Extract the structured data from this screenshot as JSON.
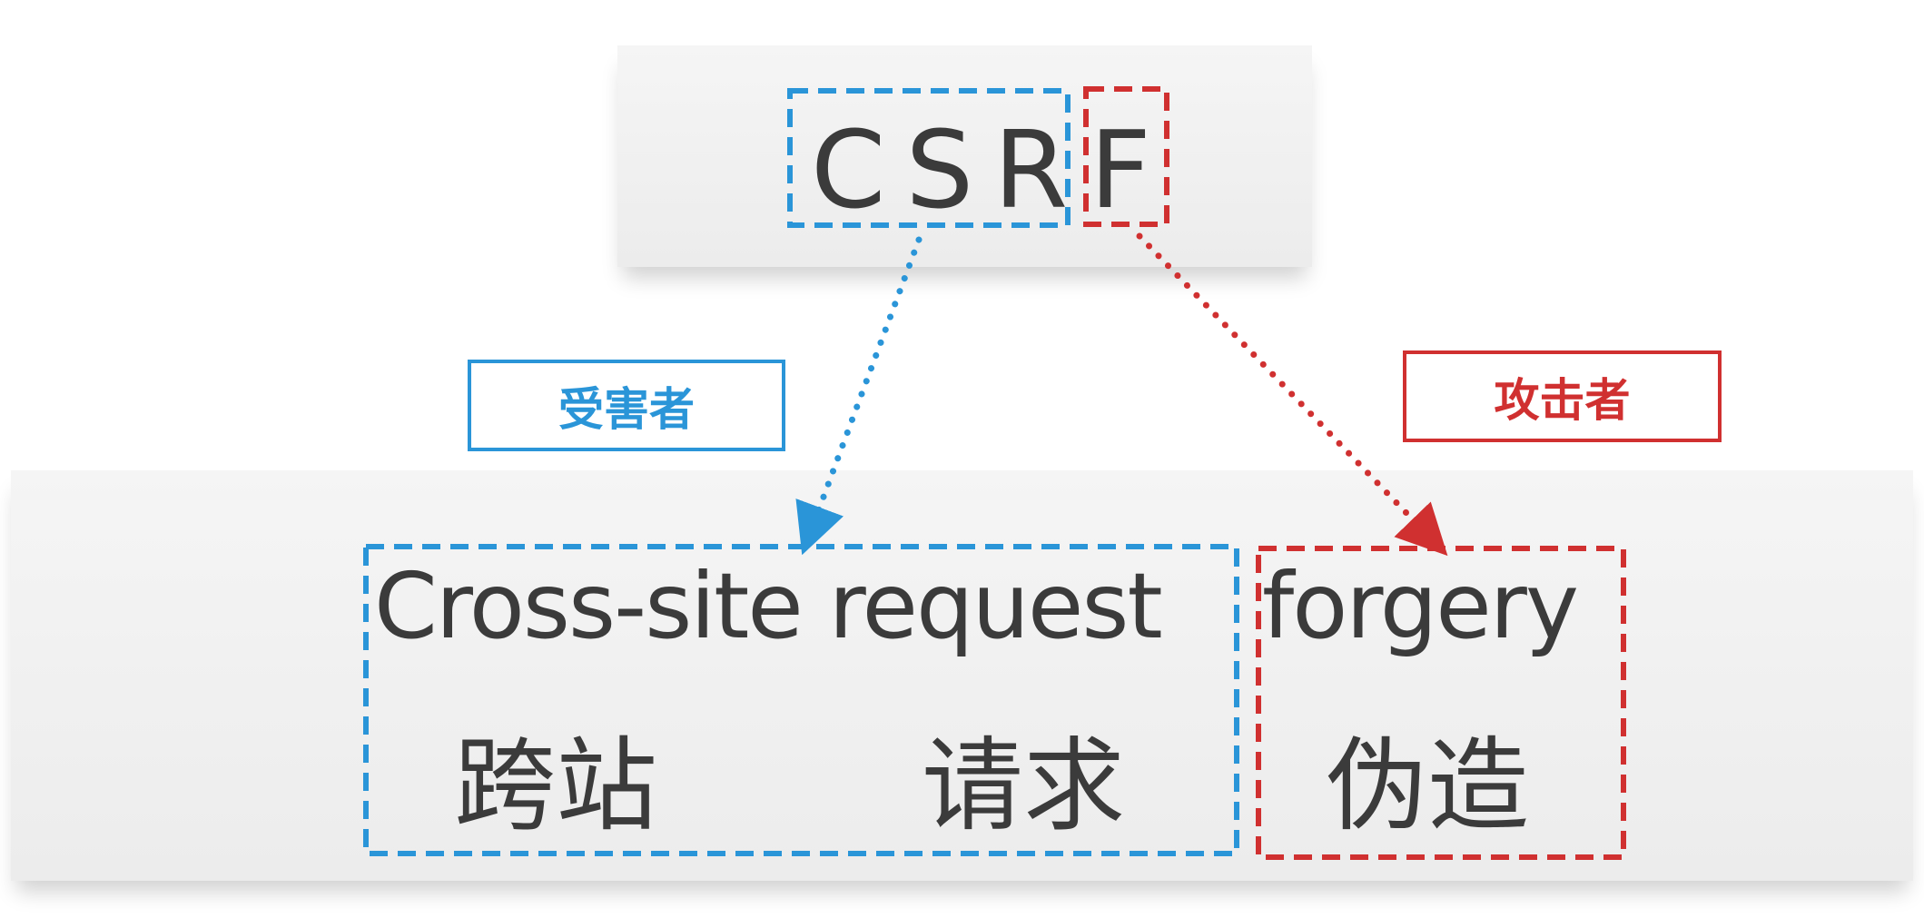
{
  "acronym": {
    "part1": "CSR",
    "part2": "F"
  },
  "full_name": {
    "part1": "Cross-site request",
    "part2": "forgery"
  },
  "chinese": {
    "cross_site": "跨站",
    "request": "请求",
    "forgery": "伪造"
  },
  "roles": {
    "victim": "受害者",
    "attacker": "攻击者"
  },
  "colors": {
    "victim": "#2a95d8",
    "attacker": "#d03030",
    "text": "#3b3b3b"
  }
}
